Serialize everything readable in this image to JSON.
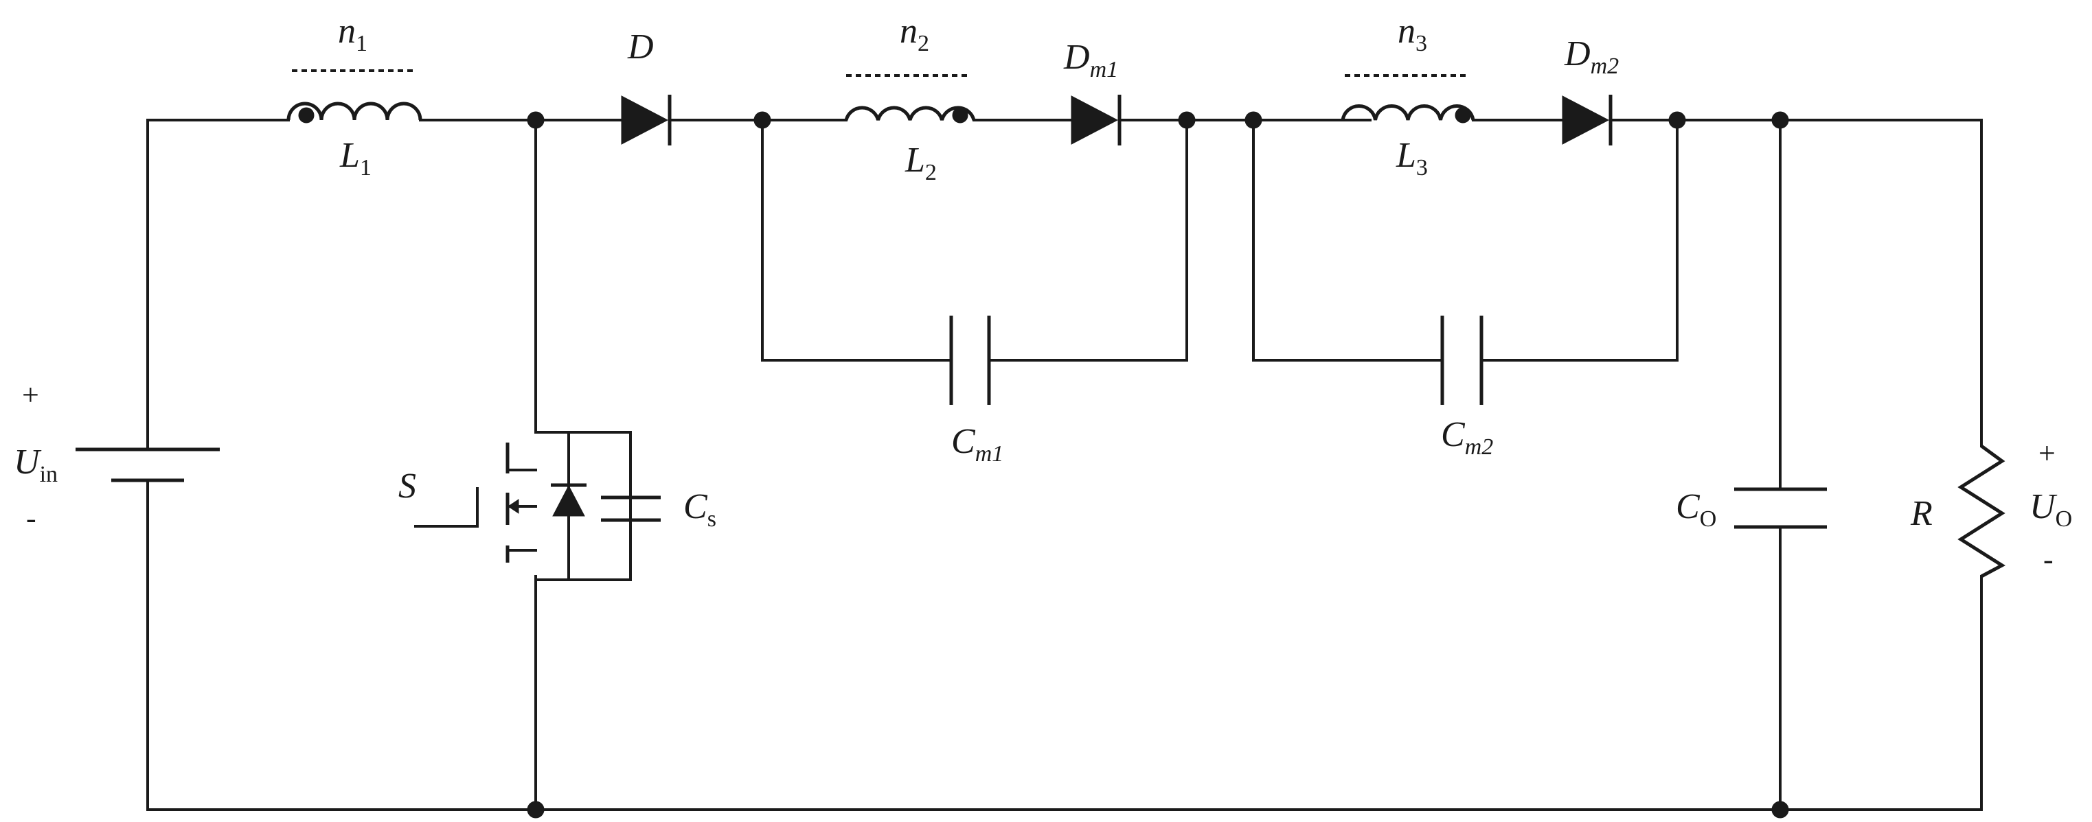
{
  "labels": {
    "n1": {
      "main": "n",
      "sub": "1"
    },
    "n2": {
      "main": "n",
      "sub": "2"
    },
    "n3": {
      "main": "n",
      "sub": "3"
    },
    "L1": {
      "main": "L",
      "sub": "1"
    },
    "L2": {
      "main": "L",
      "sub": "2"
    },
    "L3": {
      "main": "L",
      "sub": "3"
    },
    "D": {
      "main": "D"
    },
    "Dm1": {
      "main": "D",
      "sub_i": "m",
      "sub": "1"
    },
    "Dm2": {
      "main": "D",
      "sub_i": "m",
      "sub": "2"
    },
    "Cm1": {
      "main": "C",
      "sub_i": "m",
      "sub": "1"
    },
    "Cm2": {
      "main": "C",
      "sub_i": "m",
      "sub": "2"
    },
    "S": {
      "main": "S"
    },
    "Cs": {
      "main": "C",
      "sub": "s"
    },
    "Co": {
      "main": "C",
      "sub": "O"
    },
    "R": {
      "main": "R"
    },
    "Uin": {
      "main": "U",
      "sub": "in",
      "plus": "+",
      "minus": "-"
    },
    "Uo": {
      "main": "U",
      "sub": "O",
      "plus": "+",
      "minus": "-"
    }
  }
}
